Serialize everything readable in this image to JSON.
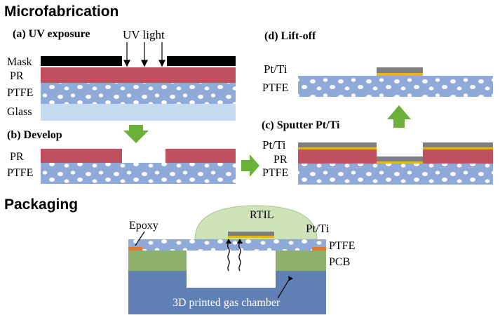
{
  "sections": {
    "microfabrication": "Microfabrication",
    "packaging": "Packaging"
  },
  "steps": {
    "uv_exposure": "(a) UV exposure",
    "develop": "(b) Develop",
    "sputter": "(c) Sputter Pt/Ti",
    "liftoff": "(d) Lift-off"
  },
  "labels": {
    "uv_light": "UV light",
    "mask": "Mask",
    "pr": "PR",
    "ptfe": "PTFE",
    "glass": "Glass",
    "pt_ti": "Pt/Ti",
    "rtil": "RTIL",
    "epoxy": "Epoxy",
    "pcb": "PCB",
    "gas_chamber": "3D printed gas chamber"
  },
  "colors": {
    "pr": "#c0505e",
    "ptfe": "#8fa9d8",
    "glass": "#c5dcf0",
    "mask": "#000000",
    "arrow": "#6bb039",
    "pt": "#7f7f7f",
    "ti": "#e8b51c",
    "epoxy": "#e07a33",
    "pcb": "#8fb06b",
    "chamber": "#5f7fb5",
    "rtil": "#cfe3b8"
  }
}
